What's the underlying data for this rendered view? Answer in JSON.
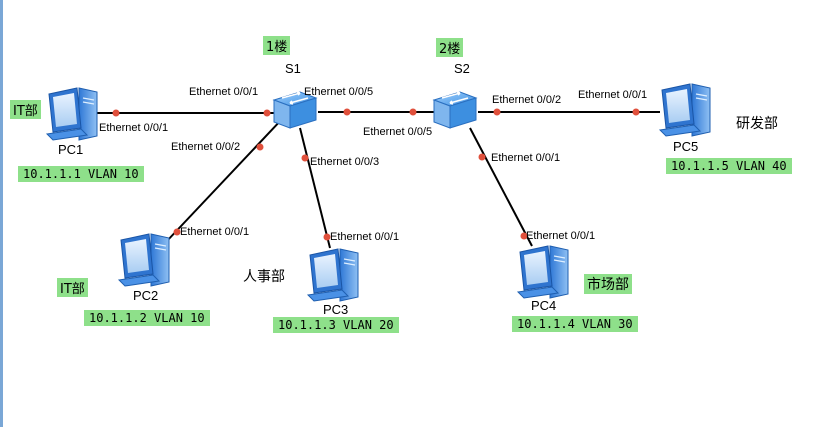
{
  "colors": {
    "tag_bg": "#8ee08a",
    "link": "#000000",
    "port_dot": "#e0503c",
    "switch": "#3d8fe0",
    "pc": "#3d86e0"
  },
  "switches": [
    {
      "id": "S1",
      "name": "S1",
      "floor": "1楼",
      "icon": "switch-icon"
    },
    {
      "id": "S2",
      "name": "S2",
      "floor": "2楼",
      "icon": "switch-icon"
    }
  ],
  "pcs": [
    {
      "id": "PC1",
      "name": "PC1",
      "dept": "IT部",
      "address": "10.1.1.1 VLAN 10",
      "port": "Ethernet 0/0/1",
      "icon": "pc-icon"
    },
    {
      "id": "PC2",
      "name": "PC2",
      "dept": "IT部",
      "address": "10.1.1.2 VLAN 10",
      "port": "Ethernet 0/0/1",
      "icon": "pc-icon"
    },
    {
      "id": "PC3",
      "name": "PC3",
      "dept": "人事部",
      "address": "10.1.1.3 VLAN 20",
      "port": "Ethernet 0/0/1",
      "icon": "pc-icon"
    },
    {
      "id": "PC4",
      "name": "PC4",
      "dept": "市场部",
      "address": "10.1.1.4 VLAN 30",
      "port": "Ethernet 0/0/1",
      "icon": "pc-icon"
    },
    {
      "id": "PC5",
      "name": "PC5",
      "dept": "研发部",
      "address": "10.1.1.5 VLAN 40",
      "port": "Ethernet 0/0/1",
      "icon": "pc-icon"
    }
  ],
  "links": [
    {
      "from": "S1",
      "from_port": "Ethernet 0/0/1",
      "to": "PC1",
      "to_port": "Ethernet 0/0/1"
    },
    {
      "from": "S1",
      "from_port": "Ethernet 0/0/2",
      "to": "PC2",
      "to_port": "Ethernet 0/0/1"
    },
    {
      "from": "S1",
      "from_port": "Ethernet 0/0/3",
      "to": "PC3",
      "to_port": "Ethernet 0/0/1"
    },
    {
      "from": "S1",
      "from_port": "Ethernet 0/0/5",
      "to": "S2",
      "to_port": "Ethernet 0/0/5"
    },
    {
      "from": "S2",
      "from_port": "Ethernet 0/0/1",
      "to": "PC4",
      "to_port": "Ethernet 0/0/1"
    },
    {
      "from": "S2",
      "from_port": "Ethernet 0/0/2",
      "to": "PC5",
      "to_port": "Ethernet 0/0/1"
    }
  ]
}
